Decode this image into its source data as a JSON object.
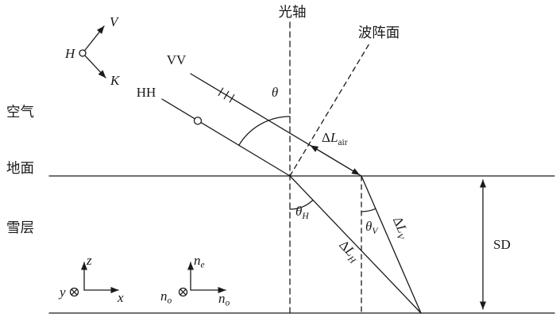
{
  "figure": {
    "background": "#ffffff",
    "ink_color": "#1a1a1a"
  },
  "region_labels": {
    "optical_axis": "光轴",
    "wavefront": "波阵面",
    "air": "空气",
    "ground": "地面",
    "snow_layer": "雪层"
  },
  "ray_labels": {
    "vv": "VV",
    "hh": "HH"
  },
  "angle_labels": {
    "theta": {
      "main": "θ"
    },
    "theta_h": {
      "main": "θ",
      "sub": "H"
    },
    "theta_v": {
      "main": "θ",
      "sub": "V"
    }
  },
  "path_length_labels": {
    "dl_air": {
      "delta": "Δ",
      "main": "L",
      "sub": "air"
    },
    "dl_h": {
      "delta": "Δ",
      "main": "L",
      "sub": "H"
    },
    "dl_v": {
      "delta": "Δ",
      "main": "L",
      "sub": "V"
    }
  },
  "snow_depth_label": "SD",
  "axis_triads": {
    "polarization": {
      "v": "V",
      "h": "H",
      "k": "K"
    },
    "cartesian": {
      "z": "z",
      "y": "y",
      "x": "x"
    },
    "refractive": {
      "ne": {
        "main": "n",
        "sub": "e"
      },
      "no_right": {
        "main": "n",
        "sub": "o"
      },
      "no_plane": {
        "main": "n",
        "sub": "o"
      }
    }
  }
}
